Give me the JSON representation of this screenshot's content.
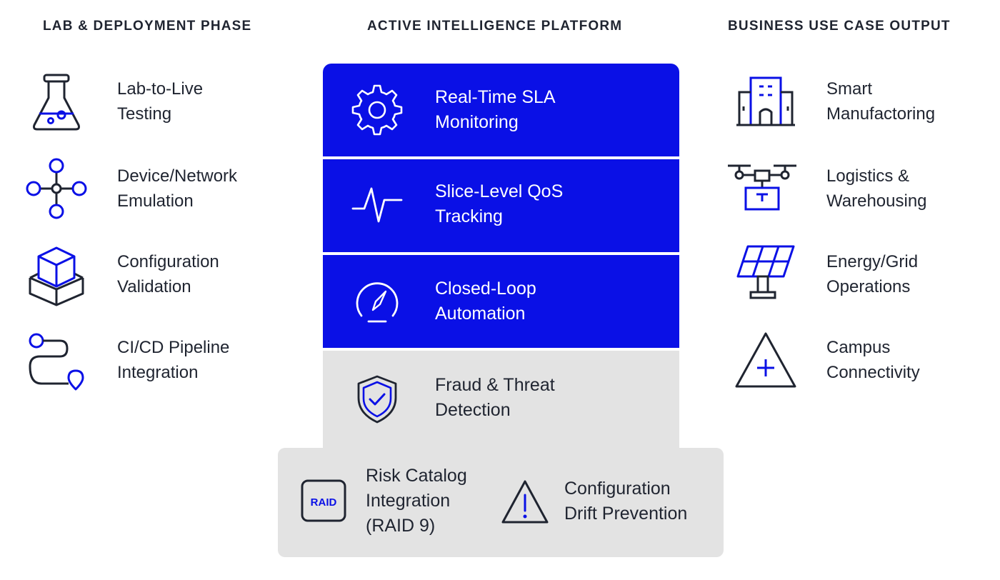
{
  "columns": {
    "left": "LAB & DEPLOYMENT PHASE",
    "center": "ACTIVE INTELLIGENCE PLATFORM",
    "right": "BUSINESS USE CASE OUTPUT"
  },
  "lab_items": [
    {
      "label": "Lab-to-Live\nTesting",
      "icon": "flask-icon"
    },
    {
      "label": "Device/Network\nEmulation",
      "icon": "network-nodes-icon"
    },
    {
      "label": "Configuration\nValidation",
      "icon": "cube-box-icon"
    },
    {
      "label": "CI/CD Pipeline\nIntegration",
      "icon": "pipeline-path-icon"
    }
  ],
  "platform_blocks": [
    {
      "label": "Real-Time SLA\nMonitoring",
      "icon": "gear-icon",
      "style": "blue"
    },
    {
      "label": "Slice-Level QoS\nTracking",
      "icon": "pulse-icon",
      "style": "blue"
    },
    {
      "label": "Closed-Loop\nAutomation",
      "icon": "gauge-icon",
      "style": "blue"
    },
    {
      "label": "Fraud & Threat\nDetection",
      "icon": "shield-check-icon",
      "style": "grey"
    }
  ],
  "base": {
    "items": [
      {
        "label": "Risk Catalog\nIntegration\n(RAID 9)",
        "icon": "raid-badge-icon",
        "badge_text": "RAID"
      },
      {
        "label": "Configuration\nDrift Prevention",
        "icon": "warning-triangle-icon"
      }
    ]
  },
  "use_cases": [
    {
      "label": "Smart\nManufactoring",
      "icon": "factory-building-icon"
    },
    {
      "label": "Logistics &\nWarehousing",
      "icon": "delivery-drone-icon"
    },
    {
      "label": "Energy/Grid\nOperations",
      "icon": "solar-panel-icon"
    },
    {
      "label": "Campus\nConnectivity",
      "icon": "campus-triangle-icon"
    }
  ],
  "colors": {
    "accent_blue": "#0a10e6",
    "dark_line": "#1f2430",
    "grey_block": "#e3e3e3",
    "text": "#1f2430"
  }
}
